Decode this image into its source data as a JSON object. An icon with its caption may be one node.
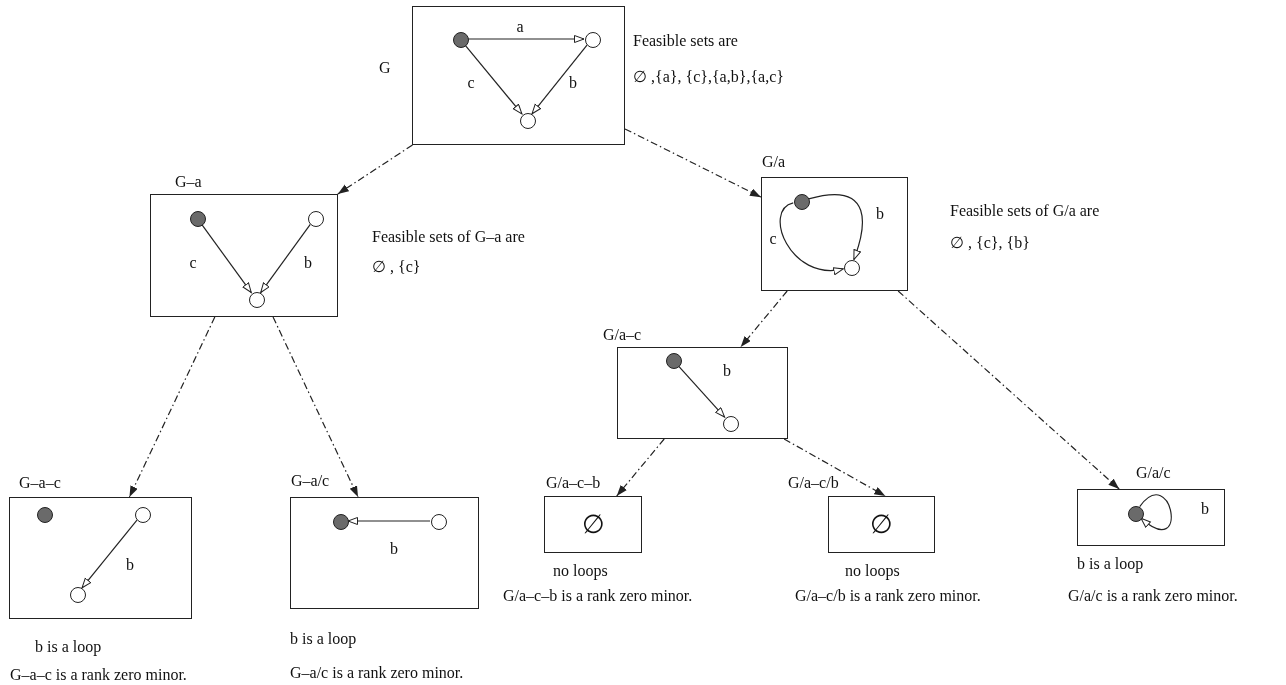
{
  "diagram": {
    "nodes": [
      {
        "text": [
          "G"
        ],
        "beside": [
          "Feasible sets are",
          "∅ ,{a}, {c},{a,b},{a,c}"
        ]
      },
      {
        "text": [],
        "shape": "circle",
        "in": 0
      },
      {
        "text": [],
        "shape": "circle",
        "in": 0
      },
      {
        "text": [],
        "shape": "circle",
        "in": 0
      },
      {
        "text": [
          "G–a"
        ],
        "beside": [
          "Feasible sets of G–a are",
          "∅ , {c}"
        ]
      },
      {
        "text": [],
        "shape": "circle",
        "in": 4
      },
      {
        "text": [],
        "shape": "circle",
        "in": 4
      },
      {
        "text": [],
        "shape": "circle",
        "in": 4
      },
      {
        "text": [
          "G/a"
        ],
        "beside": [
          "Feasible sets of G/a are",
          "∅ , {c}, {b}"
        ]
      },
      {
        "text": [],
        "shape": "circle",
        "in": 8
      },
      {
        "text": [],
        "shape": "circle",
        "in": 8
      },
      {
        "text": [
          "G/a–c"
        ]
      },
      {
        "text": [],
        "shape": "circle",
        "in": 11
      },
      {
        "text": [],
        "shape": "circle",
        "in": 11
      },
      {
        "text": [
          "G–a–c"
        ],
        "beside": [
          "b is a loop",
          "G–a–c is a rank zero minor."
        ]
      },
      {
        "text": [],
        "shape": "circle",
        "in": 14
      },
      {
        "text": [],
        "shape": "circle",
        "in": 14
      },
      {
        "text": [],
        "shape": "circle",
        "in": 14
      },
      {
        "text": [
          "G–a/c"
        ],
        "beside": [
          "b is a loop",
          "G–a/c is a rank zero minor."
        ]
      },
      {
        "text": [],
        "shape": "circle",
        "in": 18
      },
      {
        "text": [],
        "shape": "circle",
        "in": 18
      },
      {
        "text": [
          "G/a–c–b",
          "∅"
        ],
        "beside": [
          "no loops",
          "G/a–c–b is a rank zero minor."
        ]
      },
      {
        "text": [
          "G/a–c/b",
          "∅"
        ],
        "beside": [
          "no loops",
          "G/a–c/b is a rank zero minor."
        ]
      },
      {
        "text": [
          "G/a/c"
        ],
        "beside": [
          "b is a loop",
          "G/a/c is a rank zero minor."
        ]
      },
      {
        "text": [],
        "shape": "circle",
        "in": 23
      }
    ],
    "edges": [
      {
        "from": 1,
        "to": 2,
        "arrow": "to",
        "label": "a"
      },
      {
        "from": 1,
        "to": 3,
        "arrow": "to",
        "label": "c"
      },
      {
        "from": 2,
        "to": 3,
        "arrow": "to",
        "label": "b"
      },
      {
        "from": 5,
        "to": 7,
        "arrow": "to",
        "label": "c"
      },
      {
        "from": 6,
        "to": 7,
        "arrow": "to",
        "label": "b"
      },
      {
        "from": 9,
        "to": 10,
        "arrow": "to",
        "label": "c"
      },
      {
        "from": 9,
        "to": 10,
        "arrow": "to",
        "label": "b"
      },
      {
        "from": 12,
        "to": 13,
        "arrow": "to",
        "label": "b"
      },
      {
        "from": 16,
        "to": 17,
        "arrow": "to",
        "label": "b"
      },
      {
        "from": 20,
        "to": 19,
        "arrow": "to",
        "label": "b"
      },
      {
        "from": 24,
        "to": 24,
        "arrow": "to",
        "label": "b"
      },
      {
        "from": 0,
        "to": 4,
        "arrow": "to",
        "style": "dashed"
      },
      {
        "from": 0,
        "to": 8,
        "arrow": "to",
        "style": "dashed"
      },
      {
        "from": 4,
        "to": 14,
        "arrow": "to",
        "style": "dashed"
      },
      {
        "from": 4,
        "to": 18,
        "arrow": "to",
        "style": "dashed"
      },
      {
        "from": 8,
        "to": 11,
        "arrow": "to",
        "style": "dashed"
      },
      {
        "from": 8,
        "to": 23,
        "arrow": "to",
        "style": "dashed"
      },
      {
        "from": 11,
        "to": 21,
        "arrow": "to",
        "style": "dashed"
      },
      {
        "from": 11,
        "to": 22,
        "arrow": "to",
        "style": "dashed"
      }
    ]
  }
}
